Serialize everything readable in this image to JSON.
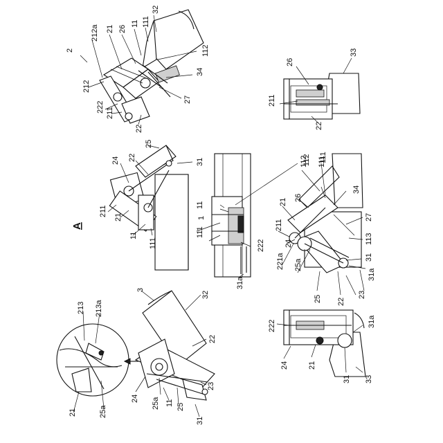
{
  "figure": {
    "view_marker": "A",
    "labels": {
      "l2": "2",
      "l212a": "212a",
      "l21a": "21",
      "l26a": "26",
      "l11a": "11",
      "l32a": "32",
      "l111a": "111",
      "l112a": "112",
      "l34a": "34",
      "l212": "212",
      "l222a": "222",
      "l211a": "211",
      "l22a": "22",
      "l27a": "27",
      "l26b": "26",
      "l211b": "211",
      "l22b": "22",
      "l33a": "33",
      "l25a": "25",
      "l24a": "24",
      "l22c": "22",
      "l31a": "31",
      "l211c": "211",
      "l21b": "21",
      "l11b": "11",
      "l111b": "111",
      "l112b": "112",
      "l111c": "111",
      "l11c": "11",
      "l1": "1",
      "l111d": "111",
      "l222b": "222",
      "l31ab": "31a",
      "l112c": "112",
      "l111e": "111",
      "l21c": "21",
      "l26c": "26",
      "l34b": "34",
      "l211d": "211",
      "l27b": "27",
      "l113": "113",
      "l24b": "24",
      "l31b": "31",
      "l221a": "221a",
      "l25ab": "25a",
      "l31ac": "31a",
      "l25b": "25",
      "l22d": "22",
      "l23a": "23",
      "l222c": "222",
      "l31ad": "31a",
      "l24c": "24",
      "l21d": "21",
      "l31c": "31",
      "l33b": "33",
      "l3": "3",
      "l32b": "32",
      "l22e": "22",
      "l24d": "24",
      "l25ac": "25a",
      "l11d": "11",
      "l25c": "25",
      "l23b": "23",
      "l31d": "31",
      "l213": "213",
      "l213a": "213a",
      "l21e": "21",
      "l25ad": "25a"
    }
  }
}
